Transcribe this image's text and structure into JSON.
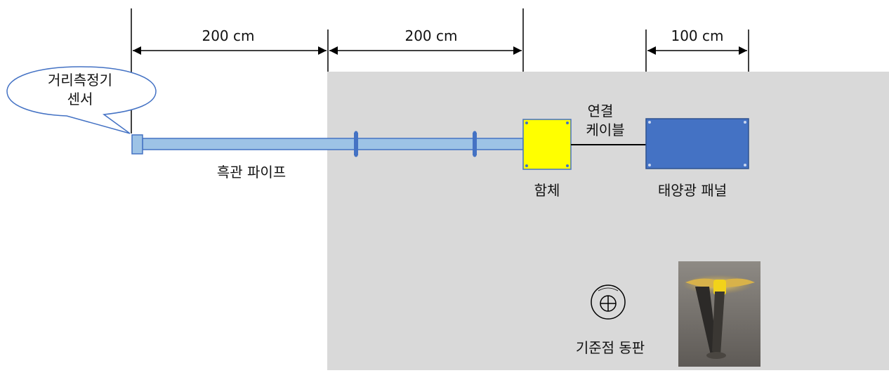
{
  "dimensions": {
    "segment_1": "200 cm",
    "segment_2": "200 cm",
    "panel_width": "100 cm"
  },
  "labels": {
    "sensor_callout": [
      "거리측정기",
      "센서"
    ],
    "pipe": "흑관 파이프",
    "enclosure": "함체",
    "cable": [
      "연결",
      "케이블"
    ],
    "solar_panel": "태양광 패널",
    "reference_plate": "기준점 동판"
  },
  "colors": {
    "ground_area": "#d9d9d9",
    "pipe": "#9dc3e6",
    "pipe_outline": "#4472c4",
    "enclosure": "#ffff00",
    "solar_panel": "#4472c4",
    "callout_fill": "#ffffff",
    "callout_outline": "#4472c4"
  },
  "icons": {
    "reference_marker": "crosshair-circle-icon",
    "survey_marker_photo": "survey-marker-photo"
  }
}
